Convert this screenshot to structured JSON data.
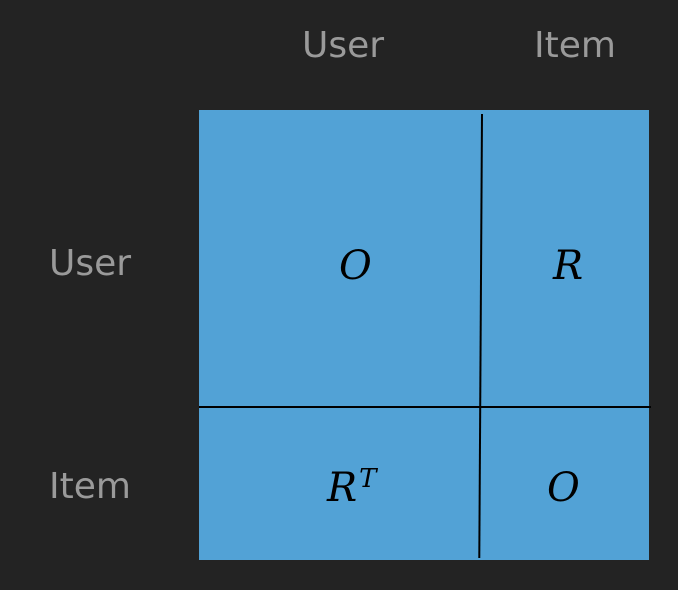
{
  "columns": {
    "user": "User",
    "item": "Item"
  },
  "rows": {
    "user": "User",
    "item": "Item"
  },
  "matrix": {
    "top_left": "O",
    "top_right": "R",
    "bottom_left_base": "R",
    "bottom_left_sup": "T",
    "bottom_right": "O"
  },
  "colors": {
    "background": "#232323",
    "matrix_fill": "#52a2d6",
    "label_text": "#9a9a9a",
    "divider": "#000000"
  }
}
